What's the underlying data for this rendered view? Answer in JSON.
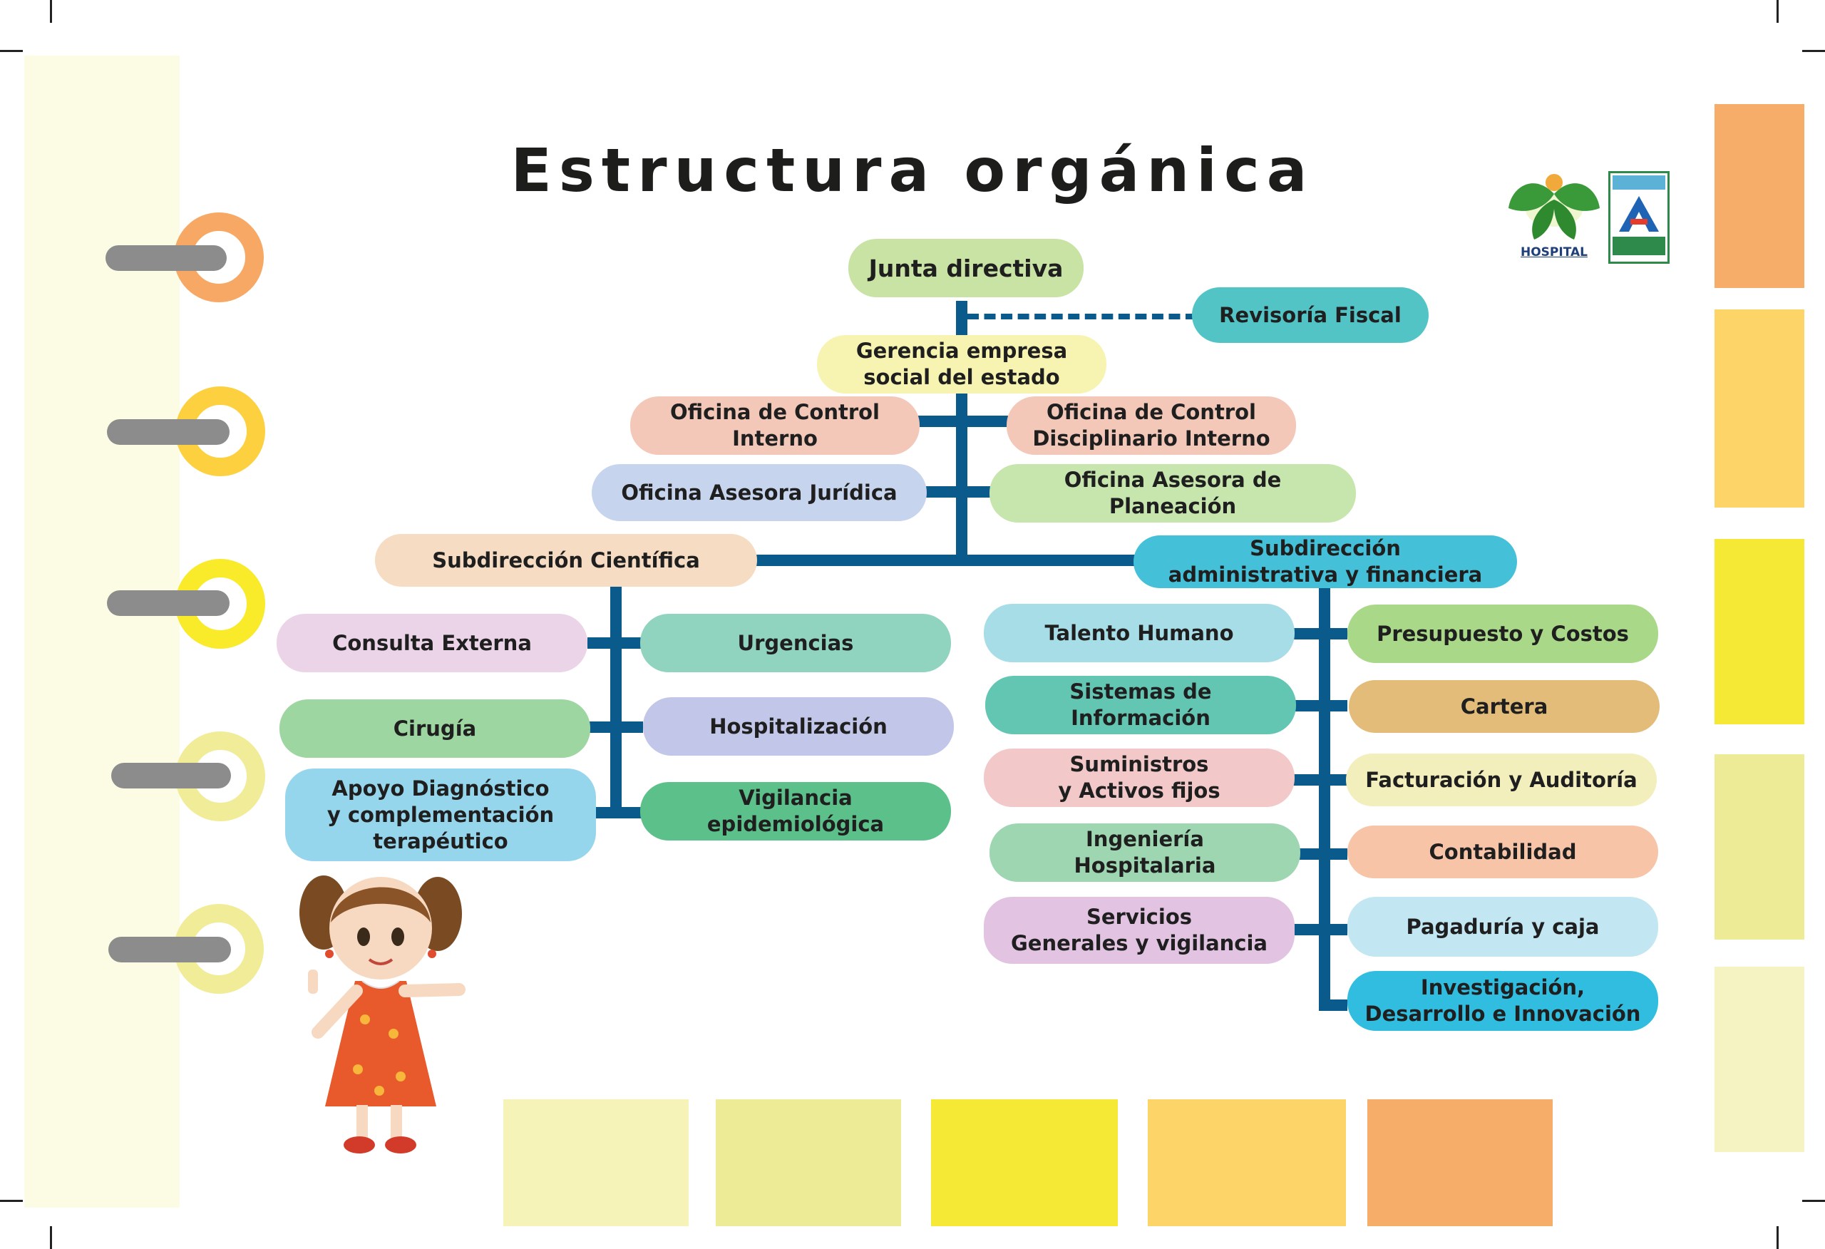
{
  "title": "Estructura orgánica",
  "logos": {
    "hospital_label": "HOSPITAL",
    "badge_icon": "accreditation-badge-icon"
  },
  "colors": {
    "connector": "#0b5a8c",
    "binder_bg": "#fcfbe3",
    "tabs": [
      "#f7ad6a",
      "#fdd468",
      "#f6e935",
      "#eeeb96",
      "#f6f3c2"
    ],
    "bottom_swatches": [
      "#f6f3b8",
      "#eeeb96",
      "#f6e935",
      "#fdd468",
      "#f7ad6a"
    ],
    "rings": [
      "#f7a864",
      "#fdd040",
      "#f9ea2a",
      "#f0ec98",
      "#f0ec98"
    ]
  },
  "org_chart": {
    "junta_directiva": "Junta directiva",
    "revisoria_fiscal": "Revisoría Fiscal",
    "gerencia": "Gerencia empresa\nsocial del estado",
    "control_interno": "Oficina de Control\nInterno",
    "control_disciplinario": "Oficina de Control\nDisciplinario Interno",
    "asesora_juridica": "Oficina Asesora Jurídica",
    "asesora_planeacion": "Oficina Asesora de Planeación",
    "subdireccion_cientifica": {
      "label": "Subdirección Científica",
      "left": [
        "Consulta Externa",
        "Cirugía",
        "Apoyo Diagnóstico\ny complementación\nterapéutico"
      ],
      "right": [
        "Urgencias",
        "Hospitalización",
        "Vigilancia epidemiológica"
      ]
    },
    "subdireccion_administrativa": {
      "label": "Subdirección\nadministrativa y financiera",
      "left": [
        "Talento Humano",
        "Sistemas de\nInformación",
        "Suministros\ny Activos fijos",
        "Ingeniería\nHospitalaria",
        "Servicios\nGenerales y vigilancia"
      ],
      "right": [
        "Presupuesto y Costos",
        "Cartera",
        "Facturación y Auditoría",
        "Contabilidad",
        "Pagaduría y caja",
        "Investigación,\nDesarrollo e Innovación"
      ]
    }
  }
}
